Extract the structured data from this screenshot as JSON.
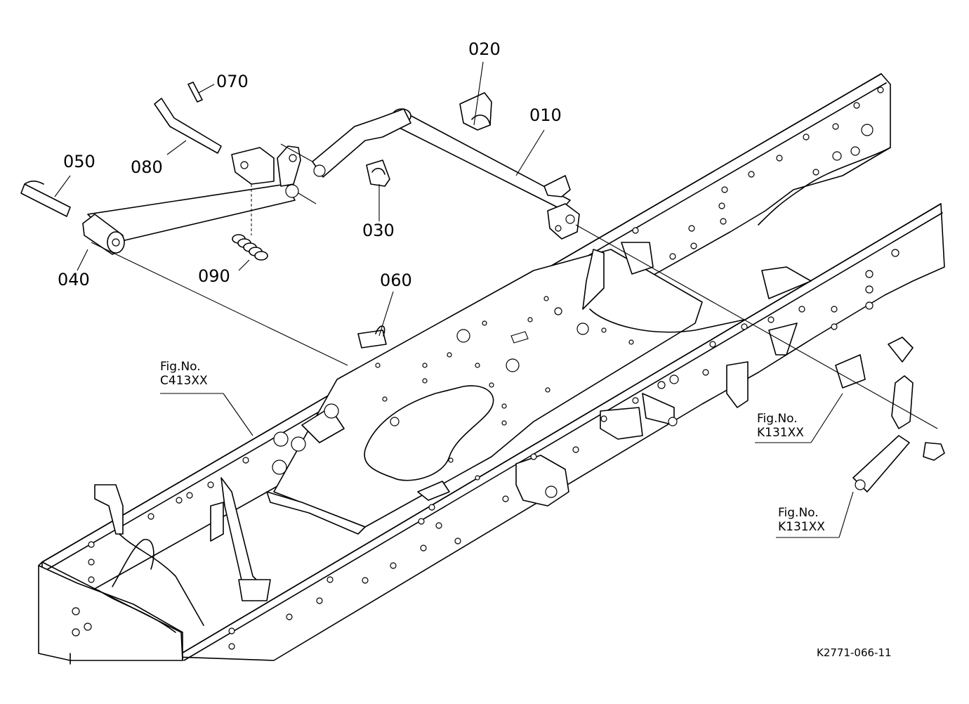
{
  "parts": [
    {
      "id": "010"
    },
    {
      "id": "020"
    },
    {
      "id": "030"
    },
    {
      "id": "040"
    },
    {
      "id": "050"
    },
    {
      "id": "060"
    },
    {
      "id": "070"
    },
    {
      "id": "080"
    },
    {
      "id": "090"
    }
  ],
  "figure_refs": [
    {
      "prefix": "Fig.No.",
      "code": "C413XX"
    },
    {
      "prefix": "Fig.No.",
      "code": "K131XX"
    },
    {
      "prefix": "Fig.No.",
      "code": "K131XX"
    }
  ],
  "drawing_code": "K2771-066-11"
}
